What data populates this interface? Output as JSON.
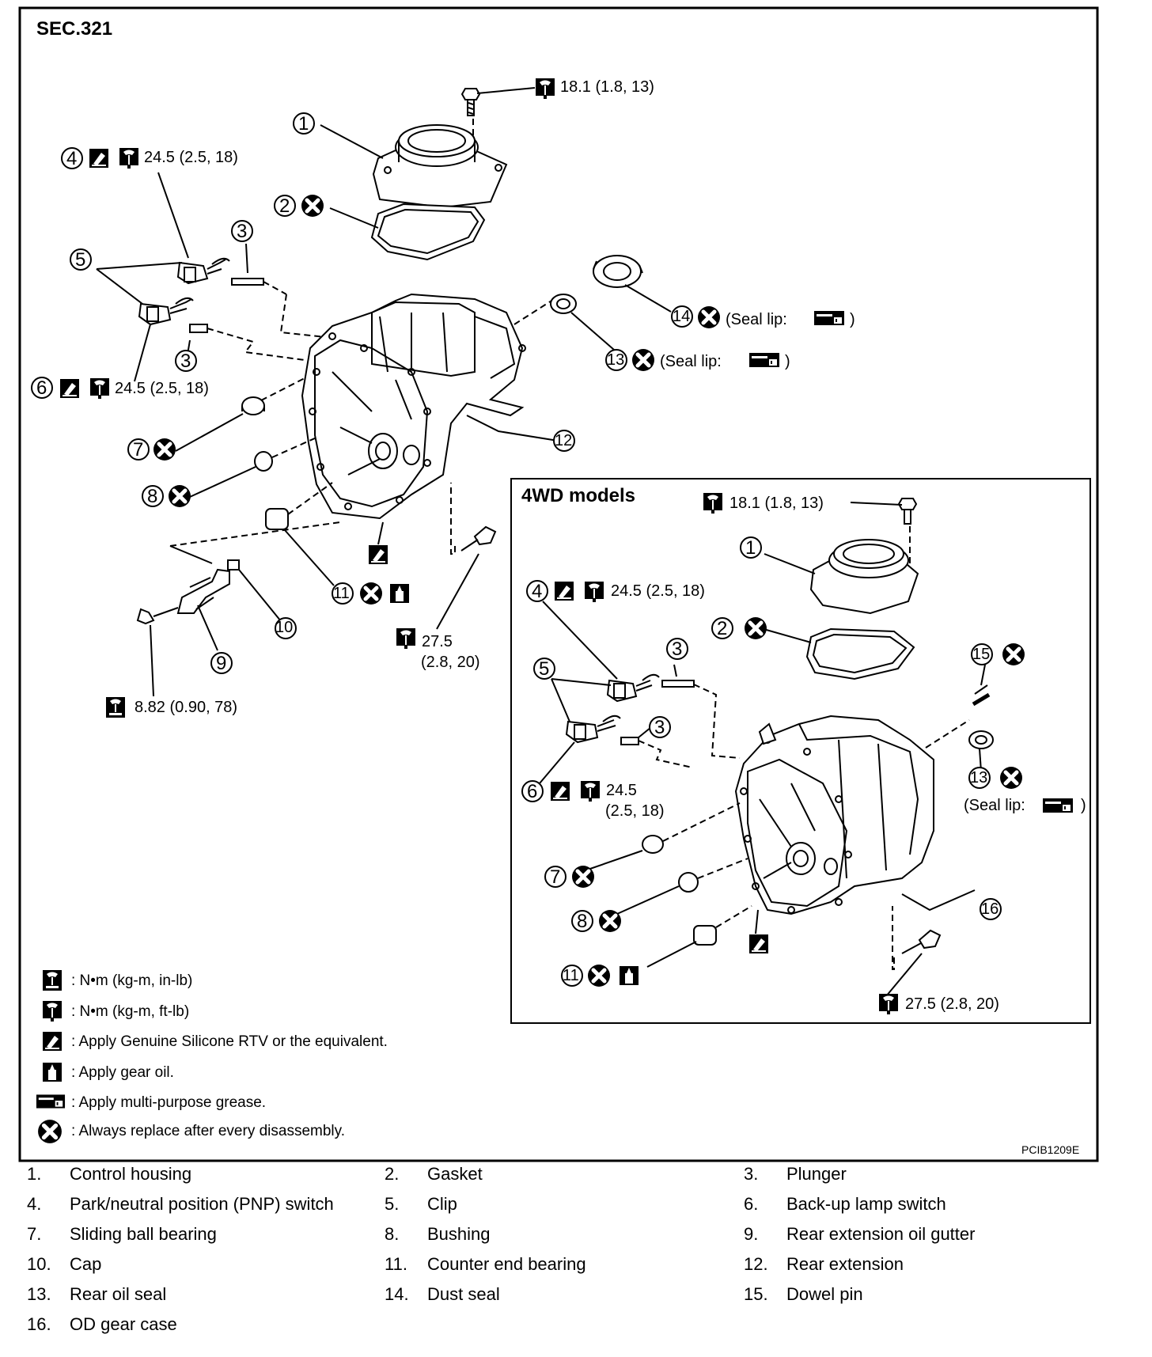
{
  "diagram": {
    "section": "SEC.321",
    "inset_title": "4WD models",
    "figure_code": "PCIB1209E",
    "callouts": {
      "c1": "1",
      "c2": "2",
      "c3a": "3",
      "c3b": "3",
      "c4": "4",
      "c5": "5",
      "c6": "6",
      "c7": "7",
      "c8": "8",
      "c9": "9",
      "c10": "10",
      "c11": "11",
      "c12": "12",
      "c13": "13",
      "c14": "14"
    },
    "inset_callouts": {
      "c1": "1",
      "c2": "2",
      "c3a": "3",
      "c3b": "3",
      "c4": "4",
      "c5": "5",
      "c6": "6",
      "c7": "7",
      "c8": "8",
      "c11": "11",
      "c13": "13",
      "c15": "15",
      "c16": "16"
    },
    "torques": {
      "top_bolt": "18.1  (1.8,  13)",
      "pnp": "24.5  (2.5,  18)",
      "backup": "24.5  (2.5,  18)",
      "rear_bolt_a": "27.5",
      "rear_bolt_b": "(2.8,  20)",
      "gutter_bolt": "8.82  (0.90,  78)",
      "seal14": "(Seal lip:",
      "seal13": "(Seal lip:",
      "paren_close": ")"
    },
    "inset_torques": {
      "top_bolt": "18.1  (1.8,  13)",
      "pnp": "24.5  (2.5,  18)",
      "backup_a": "24.5",
      "backup_b": "(2.5,  18)",
      "rear_bolt": "27.5  (2.8,  20)",
      "seal13": "(Seal lip:",
      "paren_close": ")"
    },
    "legend": [
      {
        "icon": "torque-inlb-icon",
        "text": ": N•m (kg-m, in-lb)"
      },
      {
        "icon": "torque-ftlb-icon",
        "text": ": N•m (kg-m, ft-lb)"
      },
      {
        "icon": "rtv-sealant-icon",
        "text": ": Apply Genuine Silicone RTV or the equivalent."
      },
      {
        "icon": "gear-oil-icon",
        "text": ": Apply gear oil."
      },
      {
        "icon": "grease-icon",
        "text": ": Apply multi-purpose grease."
      },
      {
        "icon": "replace-icon",
        "text": ": Always replace after every disassembly."
      }
    ]
  },
  "parts_list": [
    {
      "num": "1.",
      "name": "Control housing"
    },
    {
      "num": "2.",
      "name": "Gasket"
    },
    {
      "num": "3.",
      "name": "Plunger"
    },
    {
      "num": "4.",
      "name": "Park/neutral position (PNP) switch"
    },
    {
      "num": "5.",
      "name": "Clip"
    },
    {
      "num": "6.",
      "name": "Back-up lamp switch"
    },
    {
      "num": "7.",
      "name": "Sliding ball bearing"
    },
    {
      "num": "8.",
      "name": "Bushing"
    },
    {
      "num": "9.",
      "name": "Rear extension oil gutter"
    },
    {
      "num": "10.",
      "name": "Cap"
    },
    {
      "num": "11.",
      "name": "Counter end bearing"
    },
    {
      "num": "12.",
      "name": "Rear extension"
    },
    {
      "num": "13.",
      "name": "Rear oil seal"
    },
    {
      "num": "14.",
      "name": "Dust seal"
    },
    {
      "num": "15.",
      "name": "Dowel pin"
    },
    {
      "num": "16.",
      "name": "OD gear case"
    }
  ]
}
